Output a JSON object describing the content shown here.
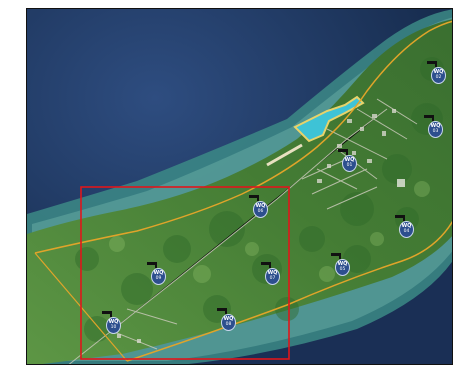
{
  "map": {
    "colors": {
      "ocean": "#1f3b66",
      "reef": "#3f8f8b",
      "land": "#4f8a3a",
      "boundary": "#e0a42a",
      "focus_box": "#e0161b",
      "marker_fill": "#2d4f8e"
    },
    "markers": [
      {
        "code": "WQ",
        "id": "02"
      },
      {
        "code": "WQ",
        "id": "03"
      },
      {
        "code": "WQ",
        "id": "01"
      },
      {
        "code": "WQ",
        "id": "04"
      },
      {
        "code": "WQ",
        "id": "06"
      },
      {
        "code": "WQ",
        "id": "05"
      },
      {
        "code": "WQ",
        "id": "07"
      },
      {
        "code": "WQ",
        "id": "09"
      },
      {
        "code": "WQ",
        "id": "08"
      },
      {
        "code": "WQ",
        "id": "10"
      }
    ]
  }
}
